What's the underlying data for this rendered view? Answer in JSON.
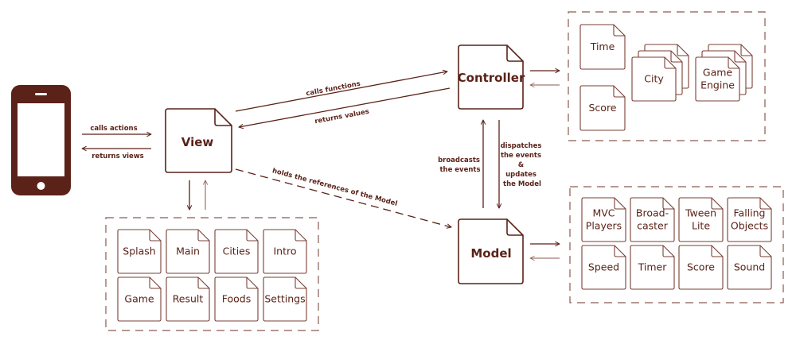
{
  "colors": {
    "ink": "#5a2218",
    "thin": "#8a5a50",
    "dash": "#8a5a50",
    "phone": "#5a2218"
  },
  "phone": {
    "icon": "smartphone-icon"
  },
  "nodes": {
    "view": "View",
    "controller": "Controller",
    "model": "Model"
  },
  "edges": {
    "calls_actions": "calls actions",
    "returns_views": "returns views",
    "calls_functions": "calls functions",
    "returns_values": "returns values",
    "holds_references": "holds the references of the Model",
    "broadcasts": [
      "broadcasts",
      "the events"
    ],
    "dispatches": [
      "dispatches",
      "the events",
      "&",
      "updates",
      "the Model"
    ]
  },
  "view_group": {
    "items": [
      "Splash",
      "Main",
      "Cities",
      "Intro",
      "Game",
      "Result",
      "Foods",
      "Settings"
    ]
  },
  "controller_group": {
    "time": "Time",
    "score": "Score",
    "city": "City",
    "game_engine": [
      "Game",
      "Engine"
    ]
  },
  "model_group": {
    "items": [
      [
        "MVC",
        "Players"
      ],
      [
        "Broad-",
        "caster"
      ],
      [
        "Tween",
        "Lite"
      ],
      [
        "Falling",
        "Objects"
      ],
      [
        "Speed"
      ],
      [
        "Timer"
      ],
      [
        "Score"
      ],
      [
        "Sound"
      ]
    ]
  }
}
